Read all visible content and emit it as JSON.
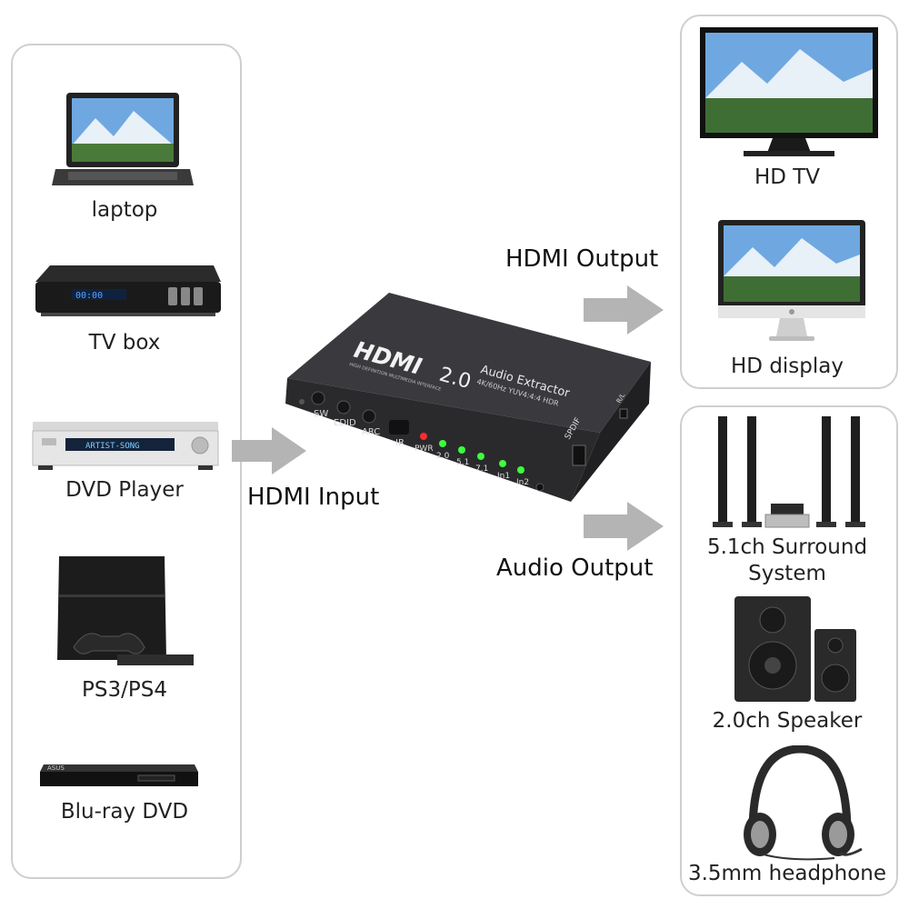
{
  "sources": {
    "laptop": "laptop",
    "tv_box": "TV box",
    "dvd_player": "DVD Player",
    "ps": "PS3/PS4",
    "bluray": "Blu-ray DVD"
  },
  "flow": {
    "hdmi_input": "HDMI Input",
    "hdmi_output": "HDMI Output",
    "audio_output": "Audio Output"
  },
  "hdmi_targets": {
    "hd_tv": "HD TV",
    "hd_display": "HD display"
  },
  "audio_targets": {
    "surround_line1": "5.1ch Surround",
    "surround_line2": "System",
    "speaker": "2.0ch Speaker",
    "headphone": "3.5mm headphone"
  },
  "device": {
    "logo": "HDMI",
    "version": "2.0",
    "product": "Audio Extractor",
    "spec": "4K/60Hz YUV4:4:4 HDR",
    "tagline": "HIGH DEFINITION MULTIMEDIA INTERFACE",
    "buttons": [
      "SW",
      "EDID",
      "ARC"
    ],
    "ir": "IR",
    "leds": [
      "PWR",
      "2.0",
      "5.1",
      "7.1",
      "In1",
      "In2"
    ],
    "spdif": "SPDIF",
    "rs": "R/L",
    "led_colors": {
      "power": "#ff2a2a",
      "status": "#3cff3c"
    }
  },
  "dvd_display": "ARTIST-SONG",
  "bluray_brand": "ASUS",
  "colors": {
    "arrow": "#b4b4b4",
    "panel_border": "#cfcfcf"
  }
}
